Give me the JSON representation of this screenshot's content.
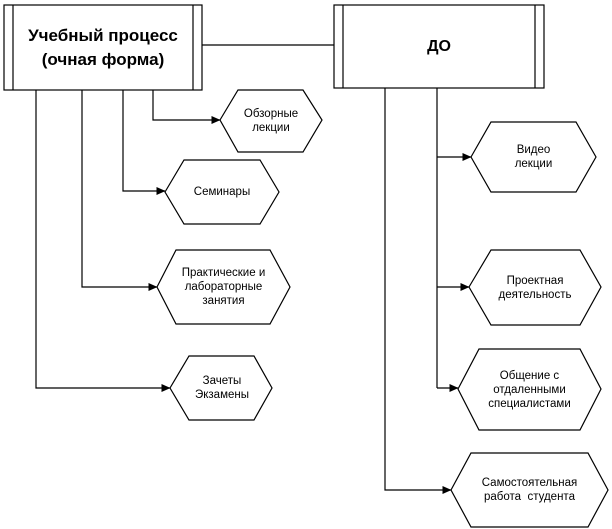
{
  "nodes": {
    "uchebny": {
      "lines": [
        "Учебный процесс",
        "(очная форма)"
      ]
    },
    "do": {
      "lines": [
        "ДО"
      ]
    },
    "obzornye": {
      "lines": [
        "Обзорные",
        "лекции"
      ]
    },
    "seminary": {
      "lines": [
        "Семинары"
      ]
    },
    "praktich": {
      "lines": [
        "Практические и",
        "лабораторные",
        "занятия"
      ]
    },
    "zachety": {
      "lines": [
        "Зачеты",
        "Экзамены"
      ]
    },
    "video": {
      "lines": [
        "Видео",
        "лекции"
      ]
    },
    "proekt": {
      "lines": [
        "Проектная",
        "деятельность"
      ]
    },
    "obshchenie": {
      "lines": [
        "Общение с",
        "отдаленными",
        "специалистами"
      ]
    },
    "samost": {
      "lines": [
        "Самостоятельная",
        "работа  студента"
      ]
    }
  }
}
